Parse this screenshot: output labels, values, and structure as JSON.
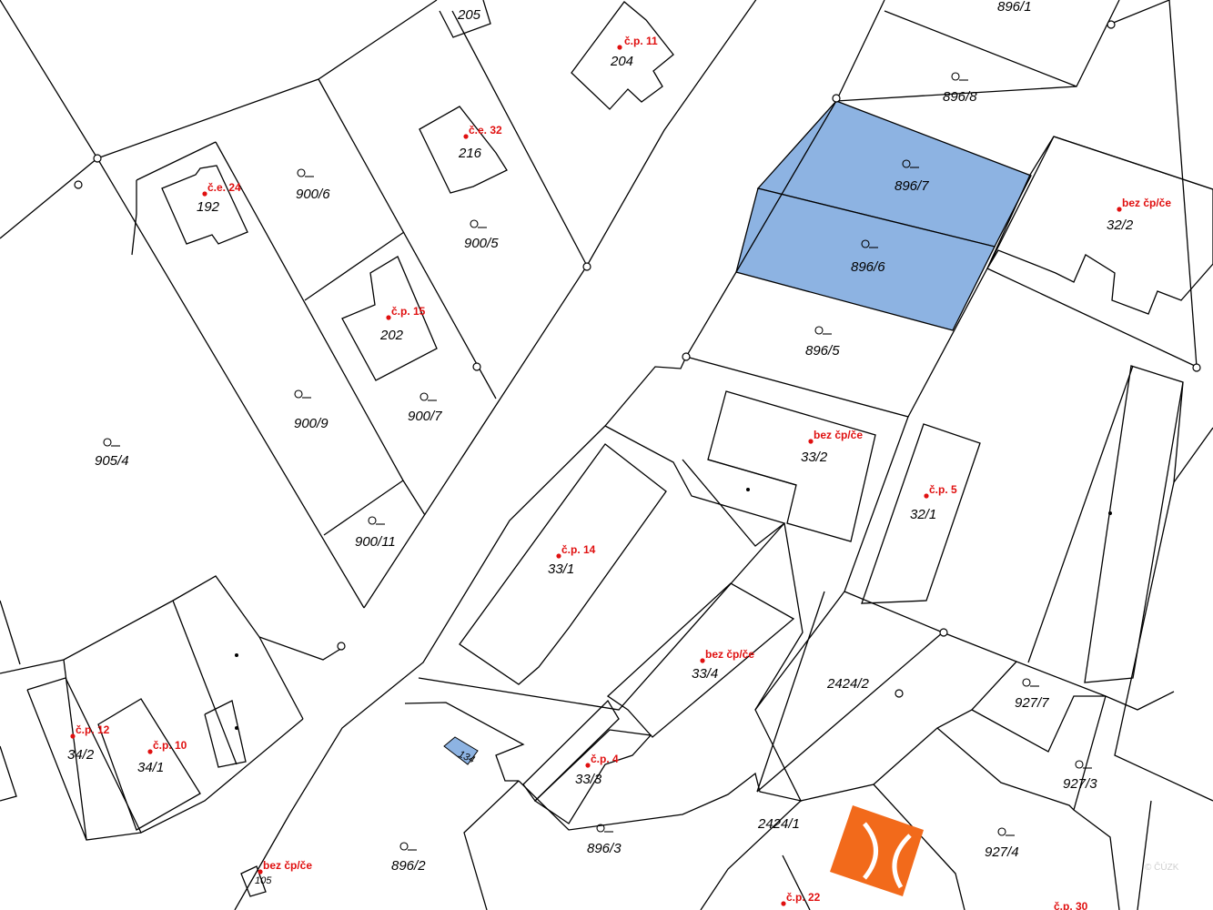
{
  "map": {
    "parcels": [
      {
        "id": "p-896-1",
        "label": "896/1"
      },
      {
        "id": "p-896-8",
        "label": "896/8"
      },
      {
        "id": "p-896-7",
        "label": "896/7"
      },
      {
        "id": "p-896-6",
        "label": "896/6"
      },
      {
        "id": "p-896-5",
        "label": "896/5"
      },
      {
        "id": "p-905-4",
        "label": "905/4"
      },
      {
        "id": "p-900-6",
        "label": "900/6"
      },
      {
        "id": "p-900-5",
        "label": "900/5"
      },
      {
        "id": "p-900-9",
        "label": "900/9"
      },
      {
        "id": "p-900-7",
        "label": "900/7"
      },
      {
        "id": "p-900-11",
        "label": "900/11"
      },
      {
        "id": "p-205",
        "label": "205"
      },
      {
        "id": "p-204",
        "label": "204"
      },
      {
        "id": "p-216",
        "label": "216"
      },
      {
        "id": "p-192",
        "label": "192"
      },
      {
        "id": "p-202",
        "label": "202"
      },
      {
        "id": "p-32-2",
        "label": "32/2"
      },
      {
        "id": "p-33-2",
        "label": "33/2"
      },
      {
        "id": "p-32-1",
        "label": "32/1"
      },
      {
        "id": "p-33-1",
        "label": "33/1"
      },
      {
        "id": "p-33-4",
        "label": "33/4"
      },
      {
        "id": "p-2424-2",
        "label": "2424/2"
      },
      {
        "id": "p-927-7",
        "label": "927/7"
      },
      {
        "id": "p-927-3",
        "label": "927/3"
      },
      {
        "id": "p-927-4",
        "label": "927/4"
      },
      {
        "id": "p-34-2",
        "label": "34/2"
      },
      {
        "id": "p-34-1",
        "label": "34/1"
      },
      {
        "id": "p-33-3",
        "label": "33/3"
      },
      {
        "id": "p-896-3",
        "label": "896/3"
      },
      {
        "id": "p-2424-1",
        "label": "2424/1"
      },
      {
        "id": "p-896-2",
        "label": "896/2"
      },
      {
        "id": "p-105",
        "label": "105"
      },
      {
        "id": "p-134",
        "label": "134"
      }
    ],
    "house_numbers": [
      {
        "id": "cp-11",
        "label": "č.p. 11"
      },
      {
        "id": "ce-32",
        "label": "č.e. 32"
      },
      {
        "id": "ce-24",
        "label": "č.e. 24"
      },
      {
        "id": "cp-15",
        "label": "č.p. 15"
      },
      {
        "id": "bez-32-2",
        "label": "bez čp/če"
      },
      {
        "id": "bez-33-2",
        "label": "bez čp/če"
      },
      {
        "id": "cp-5",
        "label": "č.p. 5"
      },
      {
        "id": "cp-14",
        "label": "č.p. 14"
      },
      {
        "id": "bez-33-4",
        "label": "bez čp/če"
      },
      {
        "id": "cp-12",
        "label": "č.p. 12"
      },
      {
        "id": "cp-10",
        "label": "č.p. 10"
      },
      {
        "id": "cp-4",
        "label": "č.p. 4"
      },
      {
        "id": "bez-105",
        "label": "bez čp/če"
      },
      {
        "id": "cp-22",
        "label": "č.p. 22"
      },
      {
        "id": "cp-30",
        "label": "č.p. 30"
      }
    ],
    "highlight_color": "#8db3e2",
    "house_number_color": "#e01010",
    "logo_color": "#f26a1b",
    "watermark": "© ČÚZK"
  }
}
